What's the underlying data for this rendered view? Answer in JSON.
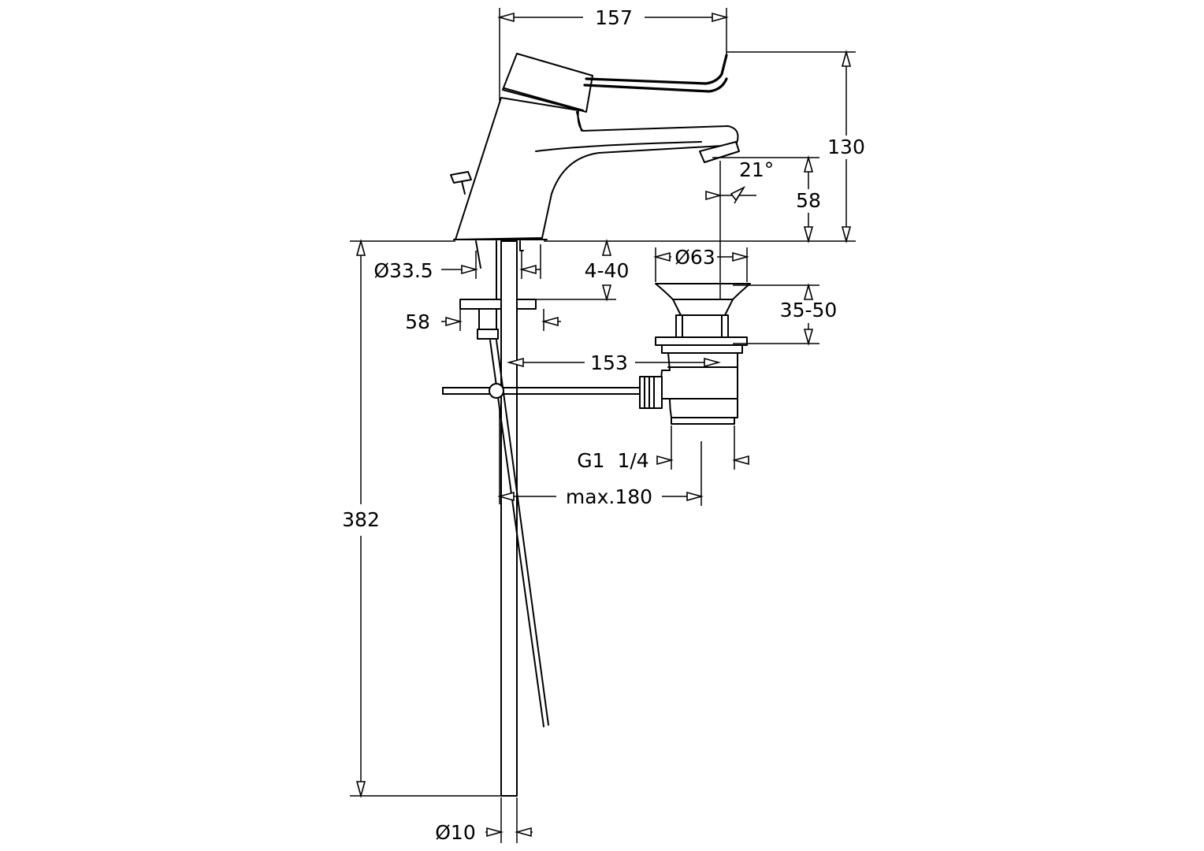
{
  "dimensions": {
    "width_top": "157",
    "height_total": "130",
    "spout_angle": "21°",
    "spout_height": "58",
    "base_diameter": "Ø33.5",
    "deck_thickness": "4-40",
    "waste_diameter": "Ø63",
    "waste_height": "35-50",
    "nut_width": "58",
    "rod_distance": "153",
    "thread": "G1  1/4",
    "max_reach": "max.180",
    "total_length": "382",
    "rod_diameter": "Ø10"
  }
}
